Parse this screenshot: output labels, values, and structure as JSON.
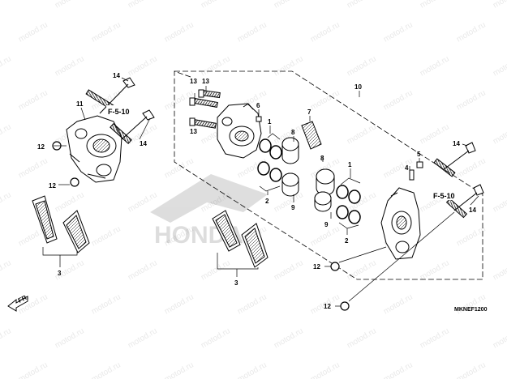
{
  "diagram": {
    "watermark": "motod.ru",
    "diagram_code": "MKNEF1200",
    "direction_label": "FR.",
    "references": {
      "left": "F-5-10",
      "right": "F-5-10"
    },
    "callouts": {
      "c1a": "1",
      "c1b": "1",
      "c2a": "2",
      "c2b": "2",
      "c3a": "3",
      "c3b": "3",
      "c4": "4",
      "c5": "5",
      "c6": "6",
      "c7": "7",
      "c8a": "8",
      "c8b": "8",
      "c9a": "9",
      "c9b": "9",
      "c10": "10",
      "c11": "11",
      "c12a": "12",
      "c12b": "12",
      "c12c": "12",
      "c12d": "12",
      "c13a": "13",
      "c13b": "13",
      "c13c": "13",
      "c14a": "14",
      "c14b": "14",
      "c14c": "14",
      "c14d": "14"
    }
  }
}
